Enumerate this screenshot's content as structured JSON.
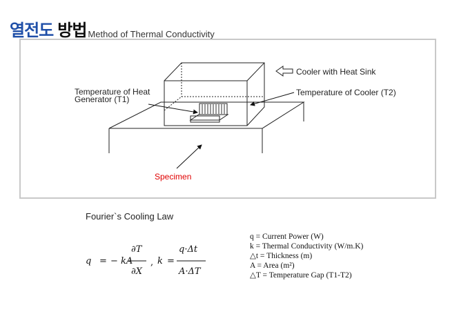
{
  "title": {
    "korean_blue": "열전도",
    "korean_black": "방법",
    "english": "Method of Thermal Conductivity"
  },
  "diagram": {
    "labels": {
      "cooler": "Cooler with Heat Sink",
      "heat_generator": "Temperature of Heat\nGenerator (T1)",
      "cooler_temp": "Temperature of Cooler (T2)",
      "specimen": "Specimen"
    },
    "colors": {
      "specimen_label": "#e00000",
      "frame": "#c8c8c8",
      "title_blue": "#1f4fa8"
    }
  },
  "law": {
    "title": "Fourier`s Cooling Law",
    "formula": {
      "q": "q",
      "eq1": "=",
      "neg_kA": "− kA",
      "num1": "∂T",
      "den1": "∂X",
      "comma": ",",
      "k": "k",
      "eq2": "=",
      "num2": "q·Δt",
      "den2": "A·ΔT"
    },
    "definitions": [
      "q = Current  Power (W)",
      "k = Thermal Conductivity (W/m.K)",
      "△t = Thickness (m)",
      "A = Area (m²)",
      "△T = Temperature Gap (T1-T2)"
    ]
  }
}
